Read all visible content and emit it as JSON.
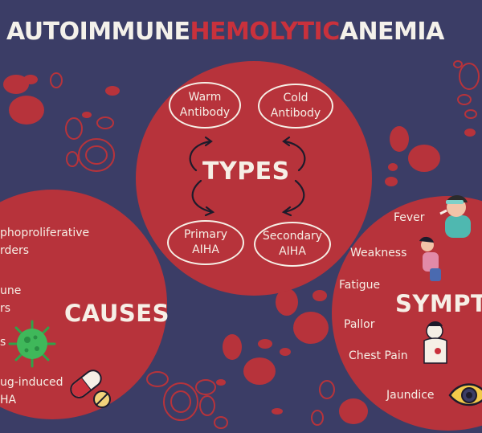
{
  "title": {
    "part1": "AUTOIMMUNE",
    "part2": "HEMOLYTIC",
    "part3": "ANEMIA"
  },
  "colors": {
    "background": "#3b3d66",
    "circle": "#b7333b",
    "accent_red": "#c9313c",
    "text": "#f6efe6"
  },
  "types": {
    "heading": "TYPES",
    "warm": [
      "Warm",
      "Antibody"
    ],
    "cold": [
      "Cold",
      "Antibody"
    ],
    "primary": [
      "Primary",
      "AIHA"
    ],
    "secondary": [
      "Secondary",
      "AIHA"
    ]
  },
  "causes": {
    "heading": "CAUSES",
    "items": [
      [
        "phoproliferative",
        "rders"
      ],
      [
        "une",
        "rs"
      ],
      [
        "s"
      ],
      [
        "ug-induced",
        "HA"
      ]
    ],
    "icons": [
      "virus-icon",
      "pill-icon"
    ]
  },
  "symptoms": {
    "heading": "SYMPT",
    "items": [
      "Fever",
      "Weakness",
      "Fatigue",
      "Pallor",
      "Chest Pain",
      "Jaundice"
    ],
    "icons": [
      "fever-person-icon",
      "weak-person-icon",
      "chest-pain-icon",
      "eye-icon"
    ]
  }
}
